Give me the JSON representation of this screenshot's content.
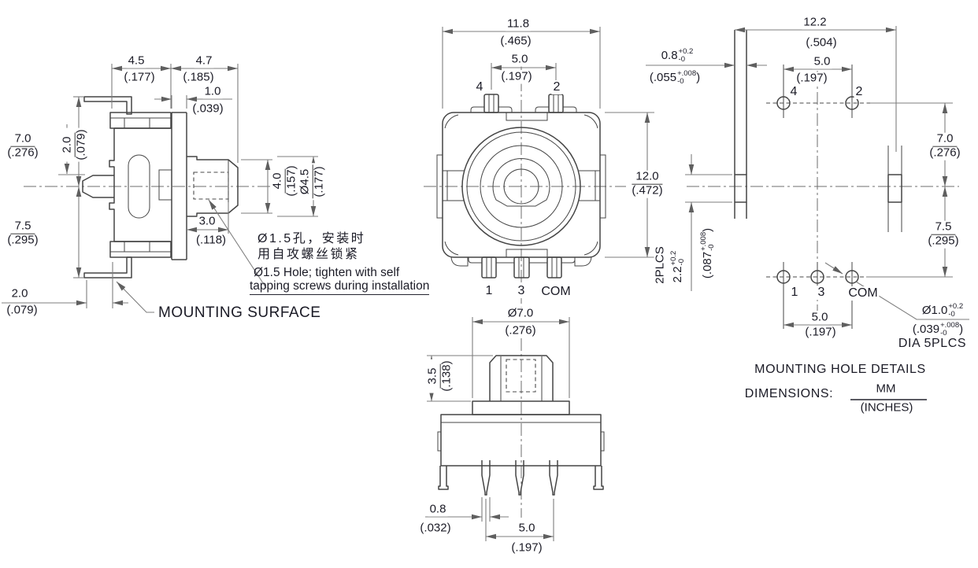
{
  "colors": {
    "object_line": "#454545",
    "dim_line": "#7e7e7e",
    "text": "#1b1b26",
    "background": "#ffffff"
  },
  "side_view": {
    "dim_4_5": {
      "mm": "4.5",
      "in": "(.177)"
    },
    "dim_4_7": {
      "mm": "4.7",
      "in": "(.185)"
    },
    "dim_1_0": {
      "mm": "1.0",
      "in": "(.039)"
    },
    "dim_7_0": {
      "mm": "7.0",
      "in": "(.276)"
    },
    "dim_2_0_vert": {
      "mm": "2.0",
      "in": "(.079)"
    },
    "dim_7_5": {
      "mm": "7.5",
      "in": "(.295)"
    },
    "dim_2_0_bottom": {
      "mm": "2.0",
      "in": "(.079)"
    },
    "dim_3_0": {
      "mm": "3.0",
      "in": "(.118)"
    },
    "dim_4_0": {
      "mm": "4.0",
      "in": "(.157)"
    },
    "dim_dia_4_5": {
      "mm": "Ø4.5",
      "in": "(.177)"
    },
    "mounting_surface": "MOUNTING SURFACE",
    "hole_note_cn_line1": "Ø1.5孔，安装时",
    "hole_note_cn_line2": "用自攻螺丝锁紧",
    "hole_note_en_line1": "Ø1.5 Hole; tighten with self",
    "hole_note_en_line2": "tapping screws during installation"
  },
  "front_view": {
    "dim_11_8": {
      "mm": "11.8",
      "in": "(.465)"
    },
    "dim_5_0": {
      "mm": "5.0",
      "in": "(.197)"
    },
    "dim_12_0": {
      "mm": "12.0",
      "in": "(.472)"
    },
    "pin_4": "4",
    "pin_2": "2",
    "pin_1": "1",
    "pin_3": "3",
    "pin_com": "COM"
  },
  "bottom_view": {
    "dim_dia_7_0": {
      "mm": "Ø7.0",
      "in": "(.276)"
    },
    "dim_3_5": {
      "mm": "3.5",
      "in": "(.138)"
    },
    "dim_0_8": {
      "mm": "0.8",
      "in": "(.032)"
    },
    "dim_5_0": {
      "mm": "5.0",
      "in": "(.197)"
    }
  },
  "mounting_view": {
    "dim_12_2": {
      "mm": "12.2",
      "in": "(.504)"
    },
    "dim_0_8": {
      "mm": "0.8",
      "tol_plus": "+0.2",
      "tol_minus": "-0",
      "in_open": "(.055",
      "in_tol_plus": "+.008",
      "in_tol_minus": "-0",
      "in_close": ")"
    },
    "dim_5_0_top": {
      "mm": "5.0",
      "in": "(.197)"
    },
    "dim_7_0": {
      "mm": "7.0",
      "in": "(.276)"
    },
    "dim_7_5": {
      "mm": "7.5",
      "in": "(.295)"
    },
    "dim_2_2": {
      "mm": "2.2",
      "tol_plus": "+0.2",
      "tol_minus": "-0",
      "in_open": "(.087",
      "in_tol_plus": "+.008",
      "in_tol_minus": "-0",
      "in_close": ")"
    },
    "dim_5_0_bottom": {
      "mm": "5.0",
      "in": "(.197)"
    },
    "dim_dia_1_0": {
      "mm": "Ø1.0",
      "tol_plus": "+0.2",
      "tol_minus": "-0",
      "in_open": "(.039",
      "in_tol_plus": "+.008",
      "in_tol_minus": "-0",
      "in_close": ")"
    },
    "plcs_2": "2PLCS",
    "dia_5plcs": "DIA 5PLCS",
    "hole_4": "4",
    "hole_2": "2",
    "hole_1": "1",
    "hole_3": "3",
    "hole_com": "COM",
    "title": "MOUNTING HOLE DETAILS",
    "dimensions_label": "DIMENSIONS:",
    "units_mm": "MM",
    "units_inches": "(INCHES)"
  }
}
